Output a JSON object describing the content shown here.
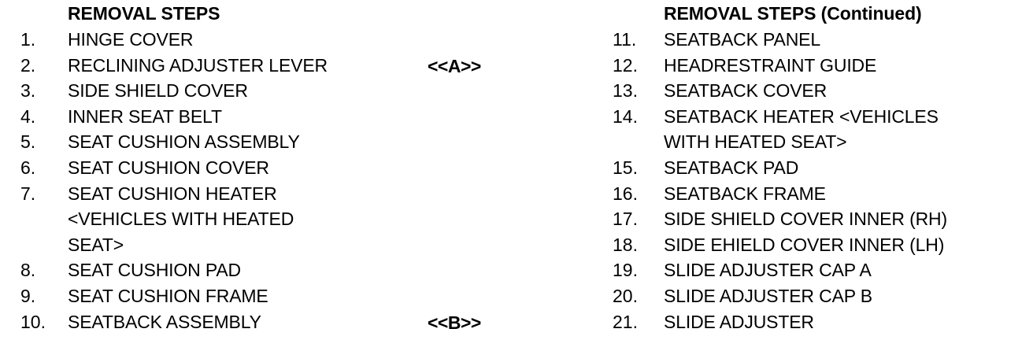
{
  "document": {
    "background_color": "#ffffff",
    "text_color": "#000000",
    "left_column": {
      "heading": "REMOVAL STEPS",
      "steps": [
        {
          "number": "1.",
          "label": "HINGE COVER"
        },
        {
          "number": "2.",
          "label": "RECLINING ADJUSTER LEVER"
        },
        {
          "number": "3.",
          "label": "SIDE SHIELD COVER"
        },
        {
          "number": "4.",
          "label": "INNER SEAT BELT"
        },
        {
          "number": "5.",
          "label": "SEAT CUSHION ASSEMBLY"
        },
        {
          "number": "6.",
          "label": "SEAT CUSHION COVER"
        },
        {
          "number": "7.",
          "label": "SEAT CUSHION HEATER"
        },
        {
          "number": "",
          "label": "<VEHICLES WITH HEATED"
        },
        {
          "number": "",
          "label": "SEAT>"
        },
        {
          "number": "8.",
          "label": "SEAT CUSHION PAD"
        },
        {
          "number": "9.",
          "label": "SEAT CUSHION FRAME"
        },
        {
          "number": "10.",
          "label": "SEATBACK ASSEMBLY"
        }
      ]
    },
    "right_column": {
      "heading": "REMOVAL STEPS (Continued)",
      "steps": [
        {
          "number": "11.",
          "label": "SEATBACK PANEL"
        },
        {
          "number": "12.",
          "label": "HEADRESTRAINT GUIDE"
        },
        {
          "number": "13.",
          "label": "SEATBACK COVER"
        },
        {
          "number": "14.",
          "label": "SEATBACK HEATER <VEHICLES"
        },
        {
          "number": "",
          "label": "WITH HEATED SEAT>"
        },
        {
          "number": "15.",
          "label": "SEATBACK PAD"
        },
        {
          "number": "16.",
          "label": "SEATBACK FRAME"
        },
        {
          "number": "17.",
          "label": "SIDE SHIELD COVER INNER (RH)"
        },
        {
          "number": "18.",
          "label": "SIDE EHIELD COVER INNER (LH)"
        },
        {
          "number": "19.",
          "label": "SLIDE ADJUSTER CAP A"
        },
        {
          "number": "20.",
          "label": "SLIDE ADJUSTER CAP B"
        },
        {
          "number": "21.",
          "label": "SLIDE ADJUSTER"
        }
      ]
    },
    "markers": {
      "a": "<<A>>",
      "b": "<<B>>"
    }
  }
}
